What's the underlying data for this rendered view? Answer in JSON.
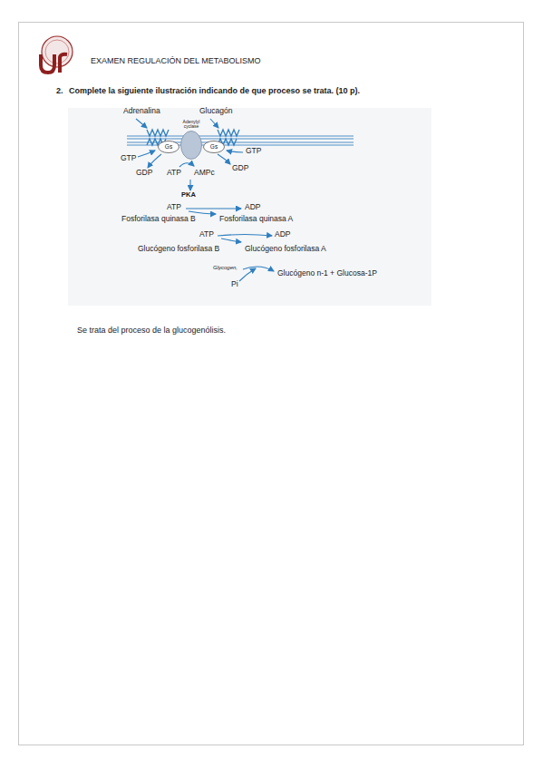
{
  "diagram": {
    "title": "EXAMEN REGULACIÓN DEL METABOLISMO",
    "nodes": [
      {
        "text": [
          "Gs"
        ]
      },
      {
        "text": [
          "Adenylyl cyclase"
        ]
      },
      {
        "text": [
          "Gs"
        ]
      }
    ],
    "labels": [
      "2.",
      "Complete la siguiente ilustración indicando de que proceso se trata. (10 p).",
      "Adrenalina",
      "Glucagón",
      "GTP",
      "GDP",
      "ATP",
      "AMPc",
      "GTP",
      "GDP",
      "PKA",
      "ATP",
      "ADP",
      "Fosforilasa quinasa B",
      "Fosforilasa quinasa A",
      "ATP",
      "ADP",
      "Glucógeno fosforilasa B",
      "Glucógeno fosforilasa A",
      "Glycogen,",
      "Pi",
      "Glucógeno n-1 + Glucosa-1P",
      "Se trata del proceso de la glucogenólisis."
    ]
  }
}
